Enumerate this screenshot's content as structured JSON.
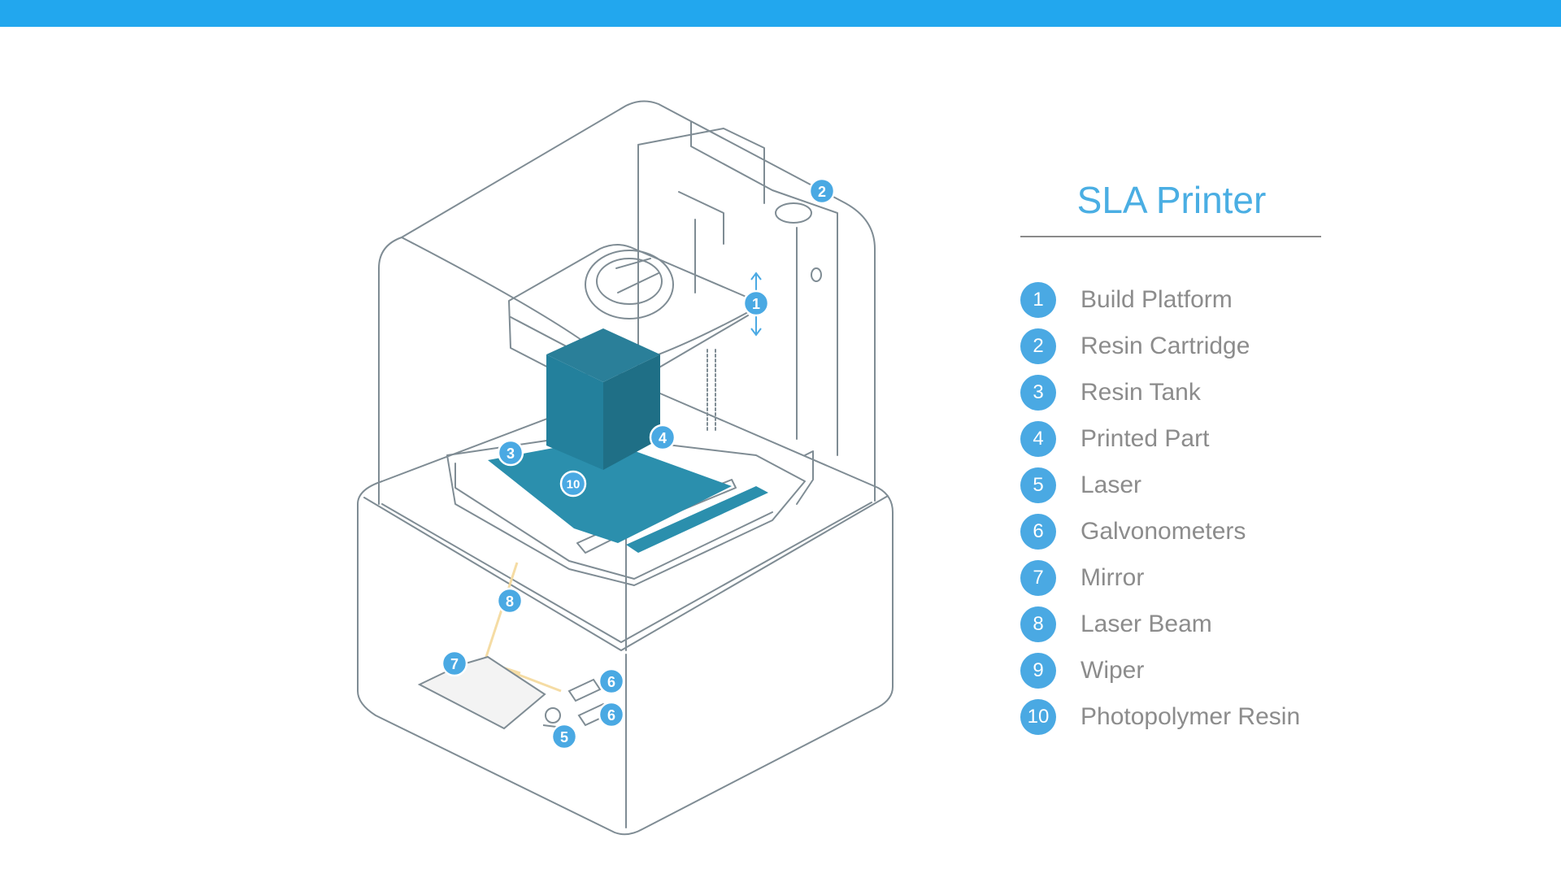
{
  "colors": {
    "top_bar": "#22a7ee",
    "accent": "#4aa9e3",
    "title": "#4aaee3",
    "legend_text": "#8c8c8c",
    "resin": "#2b8fad",
    "printed_part": "#1f6f86",
    "line_art": "#7f8c94",
    "laser_beam": "#f4d89a"
  },
  "diagram": {
    "callouts": [
      "1",
      "2",
      "3",
      "4",
      "5",
      "6",
      "6",
      "7",
      "8",
      "10"
    ]
  },
  "legend": {
    "title": "SLA Printer",
    "items": [
      {
        "num": "1",
        "label": "Build Platform"
      },
      {
        "num": "2",
        "label": "Resin Cartridge"
      },
      {
        "num": "3",
        "label": "Resin Tank"
      },
      {
        "num": "4",
        "label": "Printed Part"
      },
      {
        "num": "5",
        "label": "Laser"
      },
      {
        "num": "6",
        "label": "Galvonometers"
      },
      {
        "num": "7",
        "label": "Mirror"
      },
      {
        "num": "8",
        "label": "Laser Beam"
      },
      {
        "num": "9",
        "label": "Wiper"
      },
      {
        "num": "10",
        "label": "Photopolymer Resin"
      }
    ]
  }
}
